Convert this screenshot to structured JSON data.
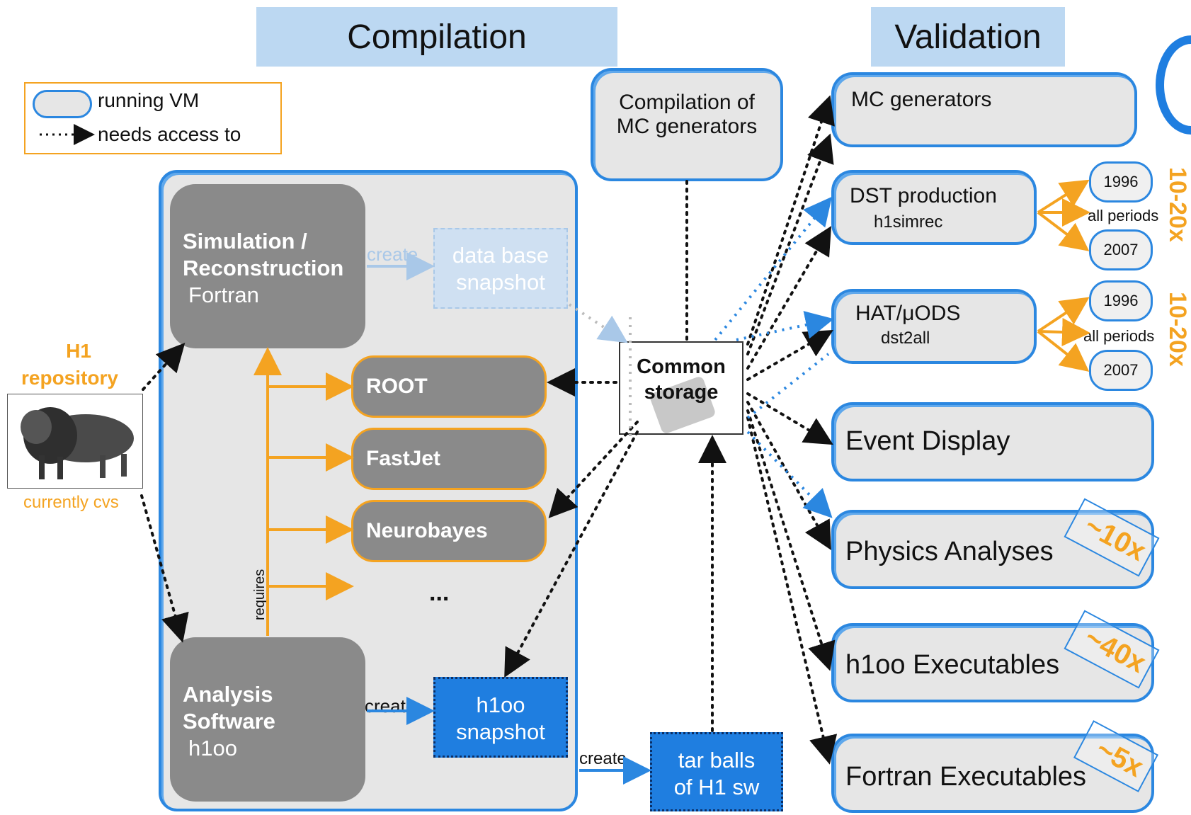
{
  "headers": {
    "compilation": "Compilation",
    "validation": "Validation"
  },
  "legend": {
    "running_vm": "running VM",
    "needs_access": "needs access to"
  },
  "repository": {
    "title_line1": "H1",
    "title_line2": "repository",
    "note": "currently cvs"
  },
  "compile_box": {
    "sim_reco": {
      "line1": "Simulation /",
      "line2": "Reconstruction",
      "line3": "Fortran"
    },
    "analysis": {
      "line1": "Analysis",
      "line2": "Software",
      "line3": "h1oo"
    },
    "libs": [
      "ROOT",
      "FastJet",
      "Neurobayes",
      "..."
    ],
    "requires_label": "requires",
    "create_label": "create",
    "db_snapshot": {
      "line1": "data base",
      "line2": "snapshot"
    },
    "h1oo_snapshot": {
      "line1": "h1oo",
      "line2": "snapshot"
    }
  },
  "mc_compile": {
    "line1": "Compilation of",
    "line2": "MC generators"
  },
  "common_storage": {
    "line1": "Common",
    "line2": "storage"
  },
  "tarballs": {
    "create_label": "create",
    "line1": "tar balls",
    "line2": "of H1 sw"
  },
  "validation": {
    "mc_generators": "MC generators",
    "dst": {
      "title": "DST production",
      "sub": "h1simrec"
    },
    "hat": {
      "title": "HAT/μODS",
      "sub": "dst2all"
    },
    "event_display": "Event Display",
    "physics": "Physics Analyses",
    "h1oo_exec": "h1oo Executables",
    "fortran_exec": "Fortran Executables"
  },
  "periods": {
    "first": "1996",
    "all": "all periods",
    "last": "2007"
  },
  "multipliers": {
    "dst": "10-20x",
    "hat": "10-20x",
    "physics": "~10x",
    "h1oo": "~40x",
    "fortran": "~5x"
  },
  "colors": {
    "orange": "#f4a321",
    "blue": "#2b87e0",
    "dark_blue": "#1f7ee0",
    "gray_box": "#8a8a8a",
    "panel": "#e6e6e6",
    "header": "#bcd8f2"
  }
}
